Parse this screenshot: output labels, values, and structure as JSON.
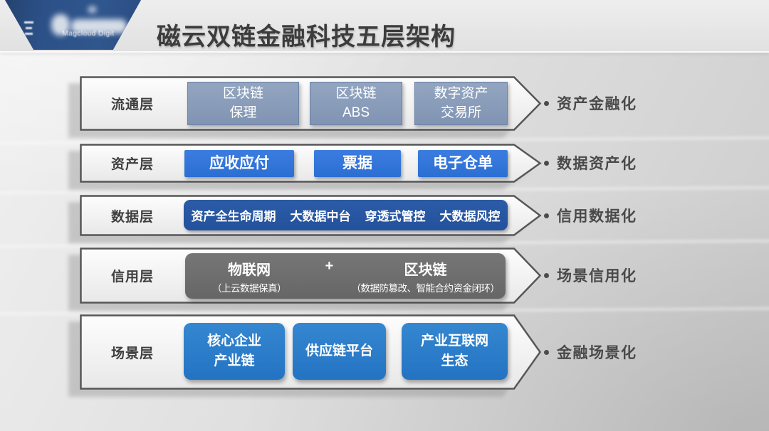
{
  "colors": {
    "logo-blue": "#2c5188",
    "logo-blue-dark": "#24426f",
    "title-text": "#3c3c3c",
    "label-text": "#3f3f3f",
    "outcome-text": "#4a4a4a",
    "steel-box": "#8094b3",
    "steel-box-light": "#93a5c0",
    "bright-box": "#2b6fd3",
    "navy-box": "#23519c",
    "gray-box": "#666666",
    "medium-box": "#2373c3",
    "arrow-border": "#575757"
  },
  "header": {
    "title": "磁云双链金融科技五层架构",
    "logo_text": "Magcloud Digit"
  },
  "layers": [
    {
      "name": "流通层",
      "outcome": "资产金融化",
      "boxes": [
        {
          "line1": "区块链",
          "line2": "保理"
        },
        {
          "line1": "区块链",
          "line2": "ABS"
        },
        {
          "line1": "数字资产",
          "line2": "交易所"
        }
      ]
    },
    {
      "name": "资产层",
      "outcome": "数据资产化",
      "boxes": [
        {
          "line1": "应收应付"
        },
        {
          "line1": "票据"
        },
        {
          "line1": "电子仓单"
        }
      ]
    },
    {
      "name": "数据层",
      "outcome": "信用数据化",
      "items": [
        "资产全生命周期",
        "大数据中台",
        "穿透式管控",
        "大数据风控"
      ]
    },
    {
      "name": "信用层",
      "outcome": "场景信用化",
      "tech_left": "物联网",
      "plus": "+",
      "tech_right": "区块链",
      "sub_left": "（上云数据保真）",
      "sub_right": "（数据防篡改、智能合约资金闭环）"
    },
    {
      "name": "场景层",
      "outcome": "金融场景化",
      "boxes": [
        {
          "line1": "核心企业",
          "line2": "产业链"
        },
        {
          "line1": "供应链平台"
        },
        {
          "line1": "产业互联网",
          "line2": "生态"
        }
      ]
    }
  ]
}
